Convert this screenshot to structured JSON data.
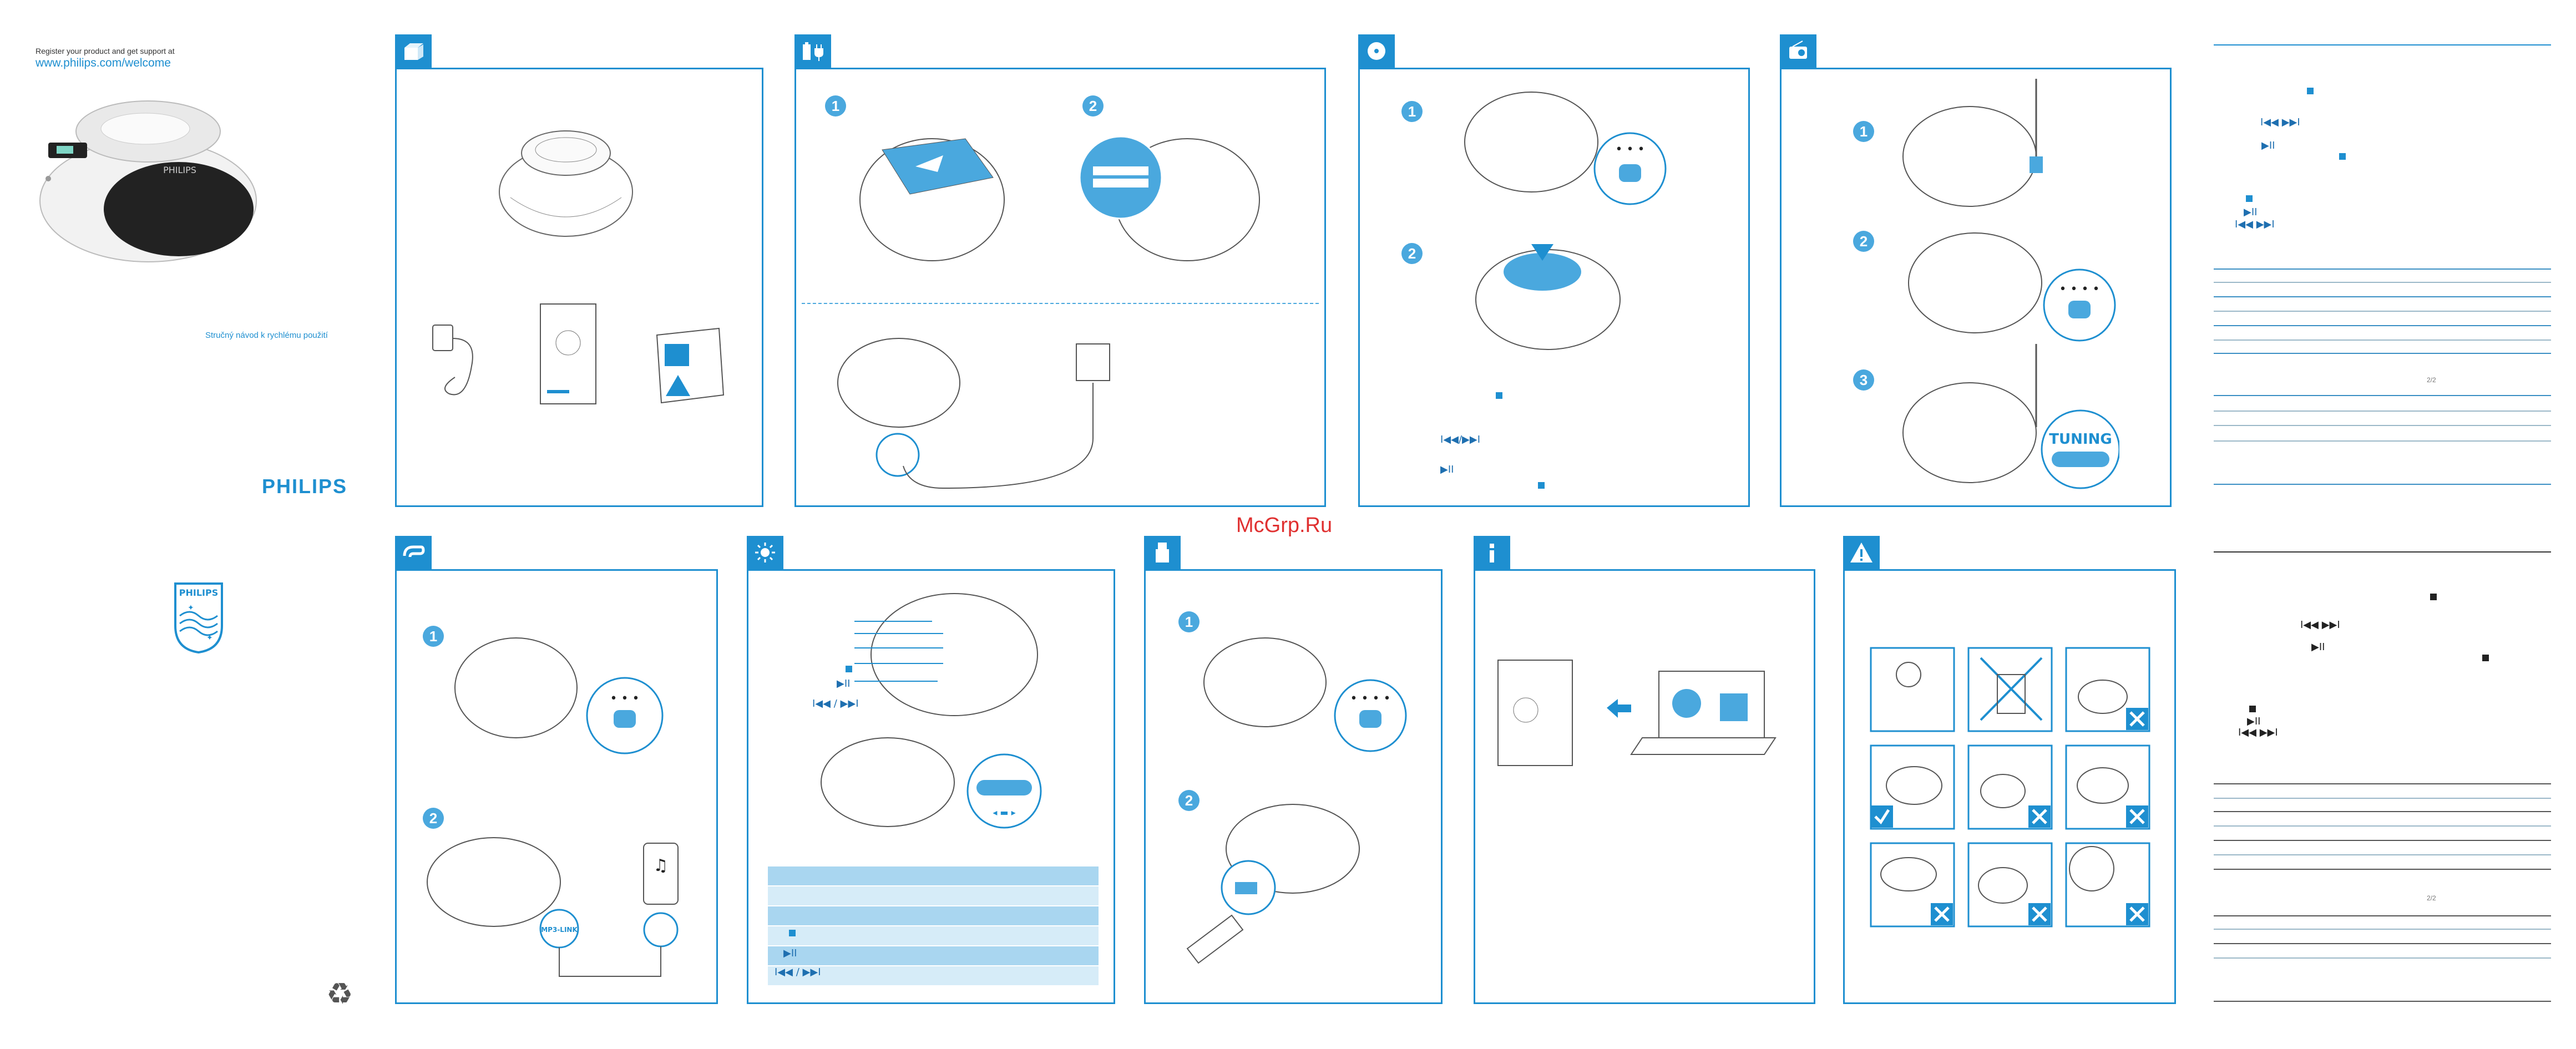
{
  "cover": {
    "register_text": "Register your product and get support at",
    "website": "www.philips.com/welcome",
    "guide_title": "Stručný návod k rychlému použití",
    "brand": "PHILIPS",
    "shield_brand": "PHILIPS"
  },
  "watermark": "McGrp.Ru",
  "panels": {
    "box_contents": {
      "icon": "box-icon"
    },
    "power": {
      "icon": "battery-plug-icon",
      "steps": [
        "1",
        "2"
      ]
    },
    "cd": {
      "icon": "disc-icon",
      "steps": [
        "1",
        "2"
      ]
    },
    "radio": {
      "icon": "radio-icon",
      "steps": [
        "1",
        "2",
        "3"
      ],
      "tuning_label": "TUNING"
    },
    "audio_in": {
      "icon": "audio-in-icon",
      "steps": [
        "1",
        "2"
      ],
      "jack_label": "MP3-LINK"
    },
    "controls": {
      "icon": "sun-icon"
    },
    "usb": {
      "icon": "usb-icon",
      "steps": [
        "1",
        "2"
      ]
    },
    "info": {
      "icon": "info-icon"
    },
    "safety": {
      "icon": "warning-icon"
    }
  },
  "symbols": {
    "stop": "■",
    "play_pause": "▶II",
    "prev_next": "I◀◀ / ▶▶I",
    "prev_next_short": "I◀◀/▶▶I",
    "prev_next_spaced": "I◀◀  ▶▶I",
    "play_pause_short": "▶II"
  },
  "spec_marks": {
    "top": "2/2",
    "bottom": "2/2"
  },
  "colors": {
    "accent": "#1e8fd0",
    "band": "#a9d6f0",
    "band_light": "#d6ecf8"
  }
}
